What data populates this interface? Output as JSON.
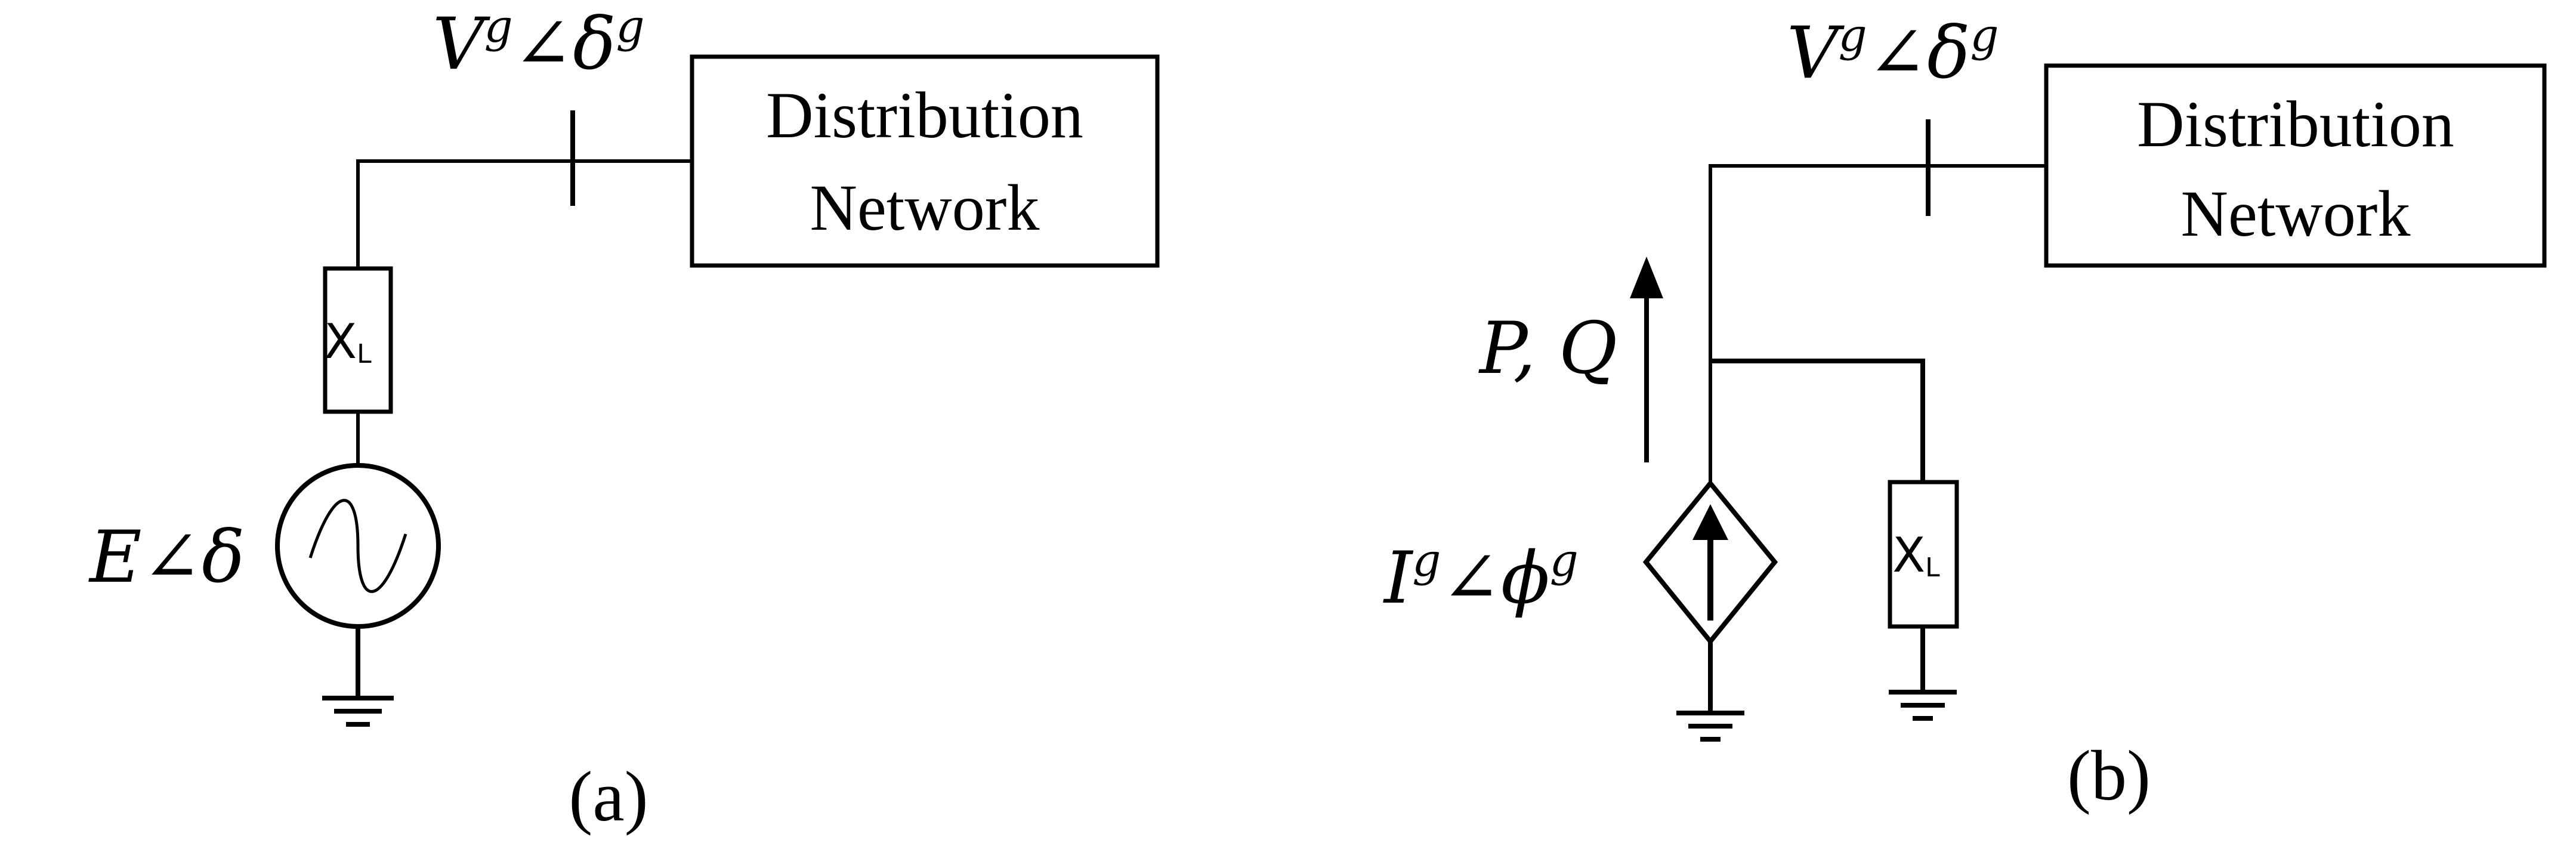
{
  "panel_a": {
    "network_box": {
      "line1": "Distribution",
      "line2": "Network"
    },
    "bus_voltage": {
      "base": "V",
      "sup1": "g",
      "angle": "∠δ",
      "sup2": "g"
    },
    "reactance_label": {
      "main": "X",
      "sub": "L"
    },
    "source_label": "E∠δ",
    "caption": "(a)"
  },
  "panel_b": {
    "network_box": {
      "line1": "Distribution",
      "line2": "Network"
    },
    "bus_voltage": {
      "base": "V",
      "sup1": "g",
      "angle": "∠δ",
      "sup2": "g"
    },
    "power_flow_label": "P, Q",
    "current_source_label": {
      "base": "I",
      "sup1": "g",
      "angle": "∠ϕ",
      "sup2": "g"
    },
    "reactance_label": {
      "main": "X",
      "sub": "L"
    },
    "caption": "(b)"
  }
}
